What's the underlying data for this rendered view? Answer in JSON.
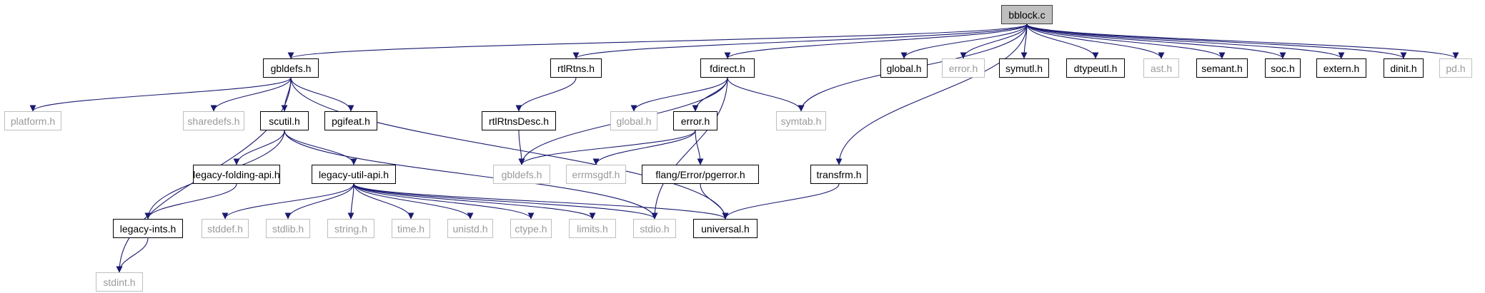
{
  "diagram": {
    "root": "bblock.c",
    "colors": {
      "edge": "#191970",
      "documented_border": "#000000",
      "external_border": "#bfbfbf",
      "external_text": "#9a9a9a",
      "root_fill": "#bfbfbf"
    },
    "nodes": [
      {
        "id": "bblock_c",
        "label": "bblock.c",
        "kind": "root"
      },
      {
        "id": "gbldefs_h",
        "label": "gbldefs.h",
        "kind": "documented"
      },
      {
        "id": "rtlRtns_h",
        "label": "rtlRtns.h",
        "kind": "documented"
      },
      {
        "id": "fdirect_h",
        "label": "fdirect.h",
        "kind": "documented"
      },
      {
        "id": "global_h",
        "label": "global.h",
        "kind": "documented"
      },
      {
        "id": "error_h_top",
        "label": "error.h",
        "kind": "external"
      },
      {
        "id": "symutl_h",
        "label": "symutl.h",
        "kind": "documented"
      },
      {
        "id": "dtypeutl_h",
        "label": "dtypeutl.h",
        "kind": "documented"
      },
      {
        "id": "ast_h",
        "label": "ast.h",
        "kind": "external"
      },
      {
        "id": "semant_h",
        "label": "semant.h",
        "kind": "documented"
      },
      {
        "id": "soc_h",
        "label": "soc.h",
        "kind": "documented"
      },
      {
        "id": "extern_h",
        "label": "extern.h",
        "kind": "documented"
      },
      {
        "id": "dinit_h",
        "label": "dinit.h",
        "kind": "documented"
      },
      {
        "id": "pd_h",
        "label": "pd.h",
        "kind": "external"
      },
      {
        "id": "platform_h",
        "label": "platform.h",
        "kind": "external"
      },
      {
        "id": "sharedefs_h",
        "label": "sharedefs.h",
        "kind": "external"
      },
      {
        "id": "scutil_h",
        "label": "scutil.h",
        "kind": "documented"
      },
      {
        "id": "pgifeat_h",
        "label": "pgifeat.h",
        "kind": "documented"
      },
      {
        "id": "rtlRtnsDesc_h",
        "label": "rtlRtnsDesc.h",
        "kind": "documented"
      },
      {
        "id": "global_h_2",
        "label": "global.h",
        "kind": "external"
      },
      {
        "id": "error_h",
        "label": "error.h",
        "kind": "documented"
      },
      {
        "id": "symtab_h",
        "label": "symtab.h",
        "kind": "external"
      },
      {
        "id": "transfrm_h",
        "label": "transfrm.h",
        "kind": "documented"
      },
      {
        "id": "gbldefs_h_2",
        "label": "gbldefs.h",
        "kind": "external"
      },
      {
        "id": "errmsgdf_h",
        "label": "errmsgdf.h",
        "kind": "external"
      },
      {
        "id": "pgerror_h",
        "label": "flang/Error/pgerror.h",
        "kind": "documented"
      },
      {
        "id": "legacy_folding_h",
        "label": "legacy-folding-api.h",
        "kind": "documented"
      },
      {
        "id": "legacy_util_h",
        "label": "legacy-util-api.h",
        "kind": "documented"
      },
      {
        "id": "legacy_ints_h",
        "label": "legacy-ints.h",
        "kind": "documented"
      },
      {
        "id": "stddef_h",
        "label": "stddef.h",
        "kind": "external"
      },
      {
        "id": "stdlib_h",
        "label": "stdlib.h",
        "kind": "external"
      },
      {
        "id": "string_h",
        "label": "string.h",
        "kind": "external"
      },
      {
        "id": "time_h",
        "label": "time.h",
        "kind": "external"
      },
      {
        "id": "unistd_h",
        "label": "unistd.h",
        "kind": "external"
      },
      {
        "id": "ctype_h",
        "label": "ctype.h",
        "kind": "external"
      },
      {
        "id": "limits_h",
        "label": "limits.h",
        "kind": "external"
      },
      {
        "id": "stdio_h",
        "label": "stdio.h",
        "kind": "external"
      },
      {
        "id": "universal_h",
        "label": "universal.h",
        "kind": "documented"
      },
      {
        "id": "stdint_h",
        "label": "stdint.h",
        "kind": "external"
      }
    ],
    "edges": [
      [
        "bblock_c",
        "gbldefs_h"
      ],
      [
        "bblock_c",
        "rtlRtns_h"
      ],
      [
        "bblock_c",
        "fdirect_h"
      ],
      [
        "bblock_c",
        "symtab_h"
      ],
      [
        "bblock_c",
        "transfrm_h"
      ],
      [
        "bblock_c",
        "global_h"
      ],
      [
        "bblock_c",
        "error_h_top"
      ],
      [
        "bblock_c",
        "symutl_h"
      ],
      [
        "bblock_c",
        "dtypeutl_h"
      ],
      [
        "bblock_c",
        "ast_h"
      ],
      [
        "bblock_c",
        "semant_h"
      ],
      [
        "bblock_c",
        "soc_h"
      ],
      [
        "bblock_c",
        "extern_h"
      ],
      [
        "bblock_c",
        "dinit_h"
      ],
      [
        "bblock_c",
        "pd_h"
      ],
      [
        "gbldefs_h",
        "platform_h"
      ],
      [
        "gbldefs_h",
        "sharedefs_h"
      ],
      [
        "gbldefs_h",
        "scutil_h"
      ],
      [
        "gbldefs_h",
        "pgifeat_h"
      ],
      [
        "gbldefs_h",
        "universal_h"
      ],
      [
        "gbldefs_h",
        "stdint_h"
      ],
      [
        "scutil_h",
        "legacy_folding_h"
      ],
      [
        "scutil_h",
        "legacy_util_h"
      ],
      [
        "scutil_h",
        "legacy_ints_h"
      ],
      [
        "scutil_h",
        "stdio_h"
      ],
      [
        "legacy_folding_h",
        "legacy_ints_h"
      ],
      [
        "legacy_ints_h",
        "stdint_h"
      ],
      [
        "legacy_util_h",
        "stddef_h"
      ],
      [
        "legacy_util_h",
        "stdlib_h"
      ],
      [
        "legacy_util_h",
        "string_h"
      ],
      [
        "legacy_util_h",
        "time_h"
      ],
      [
        "legacy_util_h",
        "unistd_h"
      ],
      [
        "legacy_util_h",
        "ctype_h"
      ],
      [
        "legacy_util_h",
        "limits_h"
      ],
      [
        "legacy_util_h",
        "stdio_h"
      ],
      [
        "legacy_util_h",
        "universal_h"
      ],
      [
        "rtlRtns_h",
        "rtlRtnsDesc_h"
      ],
      [
        "rtlRtnsDesc_h",
        "gbldefs_h_2"
      ],
      [
        "fdirect_h",
        "gbldefs_h_2"
      ],
      [
        "fdirect_h",
        "global_h_2"
      ],
      [
        "fdirect_h",
        "error_h"
      ],
      [
        "fdirect_h",
        "symtab_h"
      ],
      [
        "fdirect_h",
        "stdio_h"
      ],
      [
        "error_h",
        "gbldefs_h_2"
      ],
      [
        "error_h",
        "errmsgdf_h"
      ],
      [
        "error_h",
        "pgerror_h"
      ],
      [
        "pgerror_h",
        "universal_h"
      ],
      [
        "transfrm_h",
        "universal_h"
      ]
    ]
  }
}
